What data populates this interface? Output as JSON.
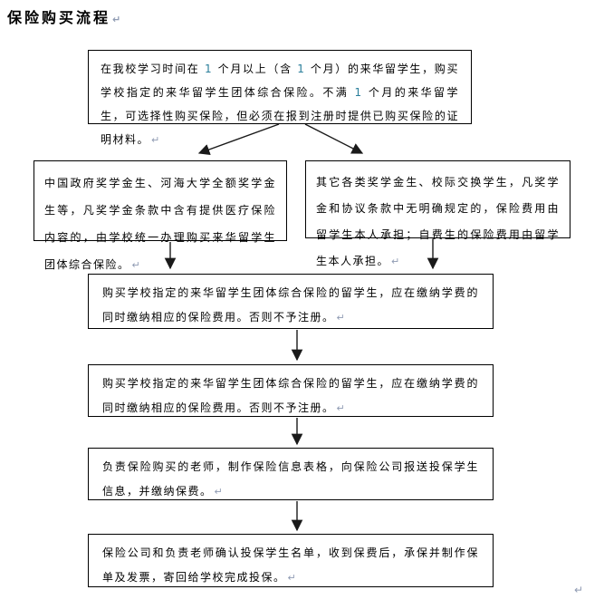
{
  "page_title": {
    "text": "保险购买流程",
    "return_mark": "↵"
  },
  "colors": {
    "digit_highlight": "#2b7f9b",
    "return_mark": "#8f9bb3",
    "box_border": "#000000",
    "text": "#000000",
    "arrow": "#1a1a1a"
  },
  "flow": {
    "boxes": [
      {
        "name": "policy-overview",
        "text": "在我校学习时间在 1 个月以上（含 1 个月）的来华留学生，购买学校指定的来华留学生团体综合保险。不满 1 个月的来华留学生，可选择性购买保险，但必须在报到注册时提供已购买保险的证明材料。",
        "return_mark": "↵"
      },
      {
        "name": "scholarship-students",
        "text": "中国政府奖学金生、河海大学全额奖学金生等，凡奖学金条款中含有提供医疗保险内容的，由学校统一办理购买来华留学生团体综合保险。",
        "return_mark": "↵"
      },
      {
        "name": "other-students",
        "text": "其它各类奖学金生、校际交换学生，凡奖学金和协议条款中无明确规定的，保险费用由留学生本人承担；自费生的保险费用由留学生本人承担。",
        "return_mark": "↵"
      },
      {
        "name": "pay-with-tuition-1",
        "text": "购买学校指定的来华留学生团体综合保险的留学生，应在缴纳学费的同时缴纳相应的保险费用。否则不予注册。",
        "return_mark": "↵"
      },
      {
        "name": "pay-with-tuition-2",
        "text": "购买学校指定的来华留学生团体综合保险的留学生，应在缴纳学费的同时缴纳相应的保险费用。否则不予注册。",
        "return_mark": "↵"
      },
      {
        "name": "teacher-submits-info",
        "text": "负责保险购买的老师，制作保险信息表格，向保险公司报送投保学生信息，并缴纳保费。",
        "return_mark": "↵"
      },
      {
        "name": "insurer-confirms",
        "text": "保险公司和负责老师确认投保学生名单，收到保费后，承保并制作保单及发票，寄回给学校完成投保。",
        "return_mark": "↵"
      }
    ]
  },
  "trailing_return_mark": "↵"
}
